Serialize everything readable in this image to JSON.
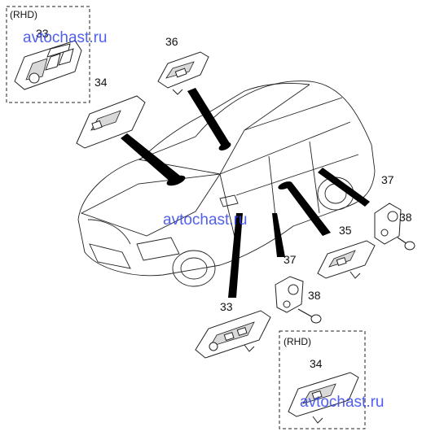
{
  "rhd_label": "(RHD)",
  "watermark": "avtochast.ru",
  "callouts": {
    "part_33": "33",
    "part_34": "34",
    "part_35": "35",
    "part_36": "36",
    "part_37": "37",
    "part_38": "38"
  },
  "colors": {
    "line": "#222222",
    "watermark": "#3344ee",
    "background": "#ffffff"
  }
}
